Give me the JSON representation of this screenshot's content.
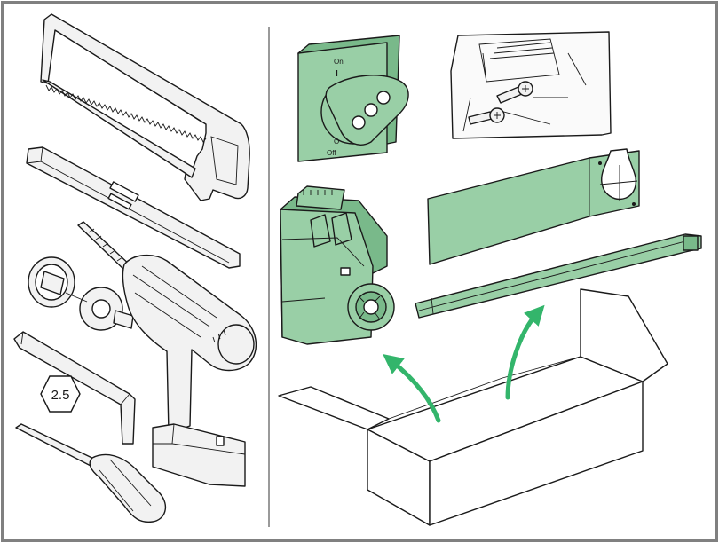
{
  "colors": {
    "frame": "#808080",
    "outline": "#1a1a1a",
    "tool_fill": "#f2f2f2",
    "part_fill": "#99cfa6",
    "part_dark": "#79b98a",
    "arrow": "#33b56b"
  },
  "tools": {
    "items": [
      "hacksaw",
      "spirit-level",
      "hole-saw",
      "drill",
      "hex-key",
      "screwdriver"
    ],
    "hex_key_size": "2.5"
  },
  "kit": {
    "items": [
      "rotary-handle",
      "screw-pack",
      "drilling-template",
      "handle-mechanism",
      "extension-shaft",
      "packaging-box"
    ],
    "handle_on_label": "On",
    "handle_on_symbol": "I",
    "handle_off_label": "Off",
    "handle_off_symbol": "O"
  }
}
